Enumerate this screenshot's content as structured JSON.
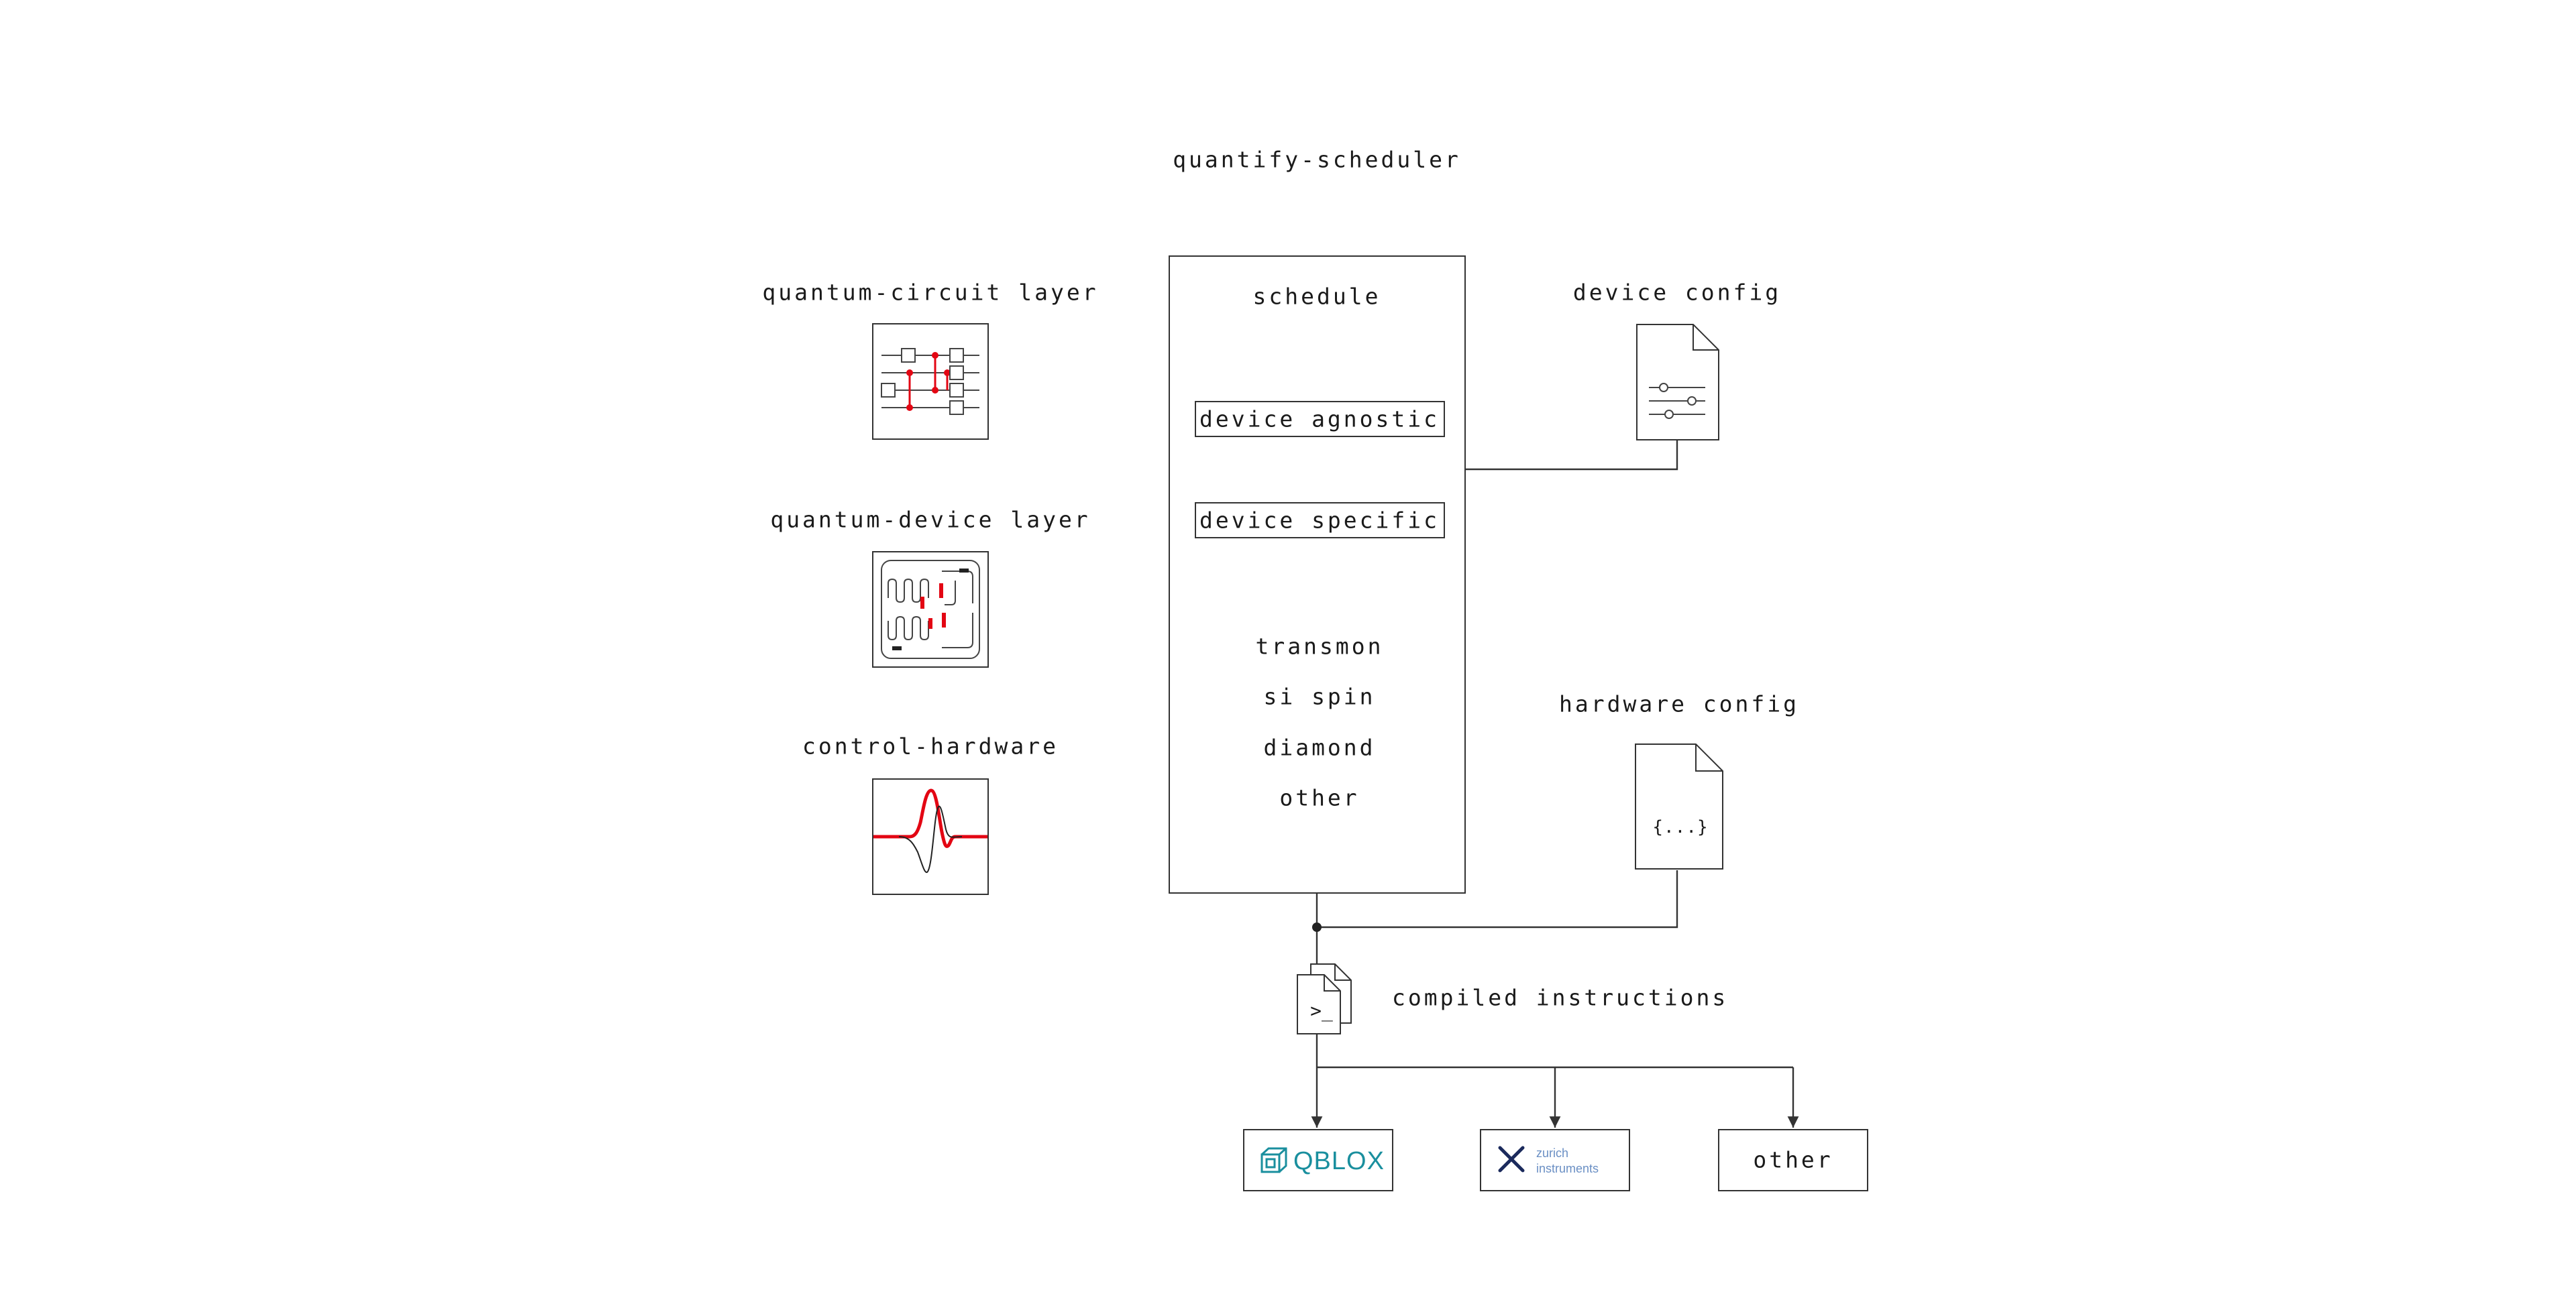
{
  "title": "quantify-scheduler",
  "layers": {
    "circuit": "quantum-circuit layer",
    "device": "quantum-device layer",
    "hardware": "control-hardware"
  },
  "schedule": {
    "heading": "schedule",
    "agnostic": "device agnostic",
    "specific": "device specific",
    "platforms": [
      "transmon",
      "si spin",
      "diamond",
      "other"
    ]
  },
  "configs": {
    "device": "device config",
    "hardware": "hardware config",
    "hardware_glyph": "{...}"
  },
  "compiled": {
    "label": "compiled instructions",
    "prompt_glyph": ">_"
  },
  "backends": {
    "qblox": "QBLOX",
    "zi_line1": "zurich",
    "zi_line2": "instruments",
    "other": "other"
  },
  "colors": {
    "line": "#333333",
    "accent_red": "#e30613",
    "qblox_teal": "#1a8f9e",
    "zi_navy": "#1b2a5c",
    "zi_light": "#6a8fc4"
  }
}
